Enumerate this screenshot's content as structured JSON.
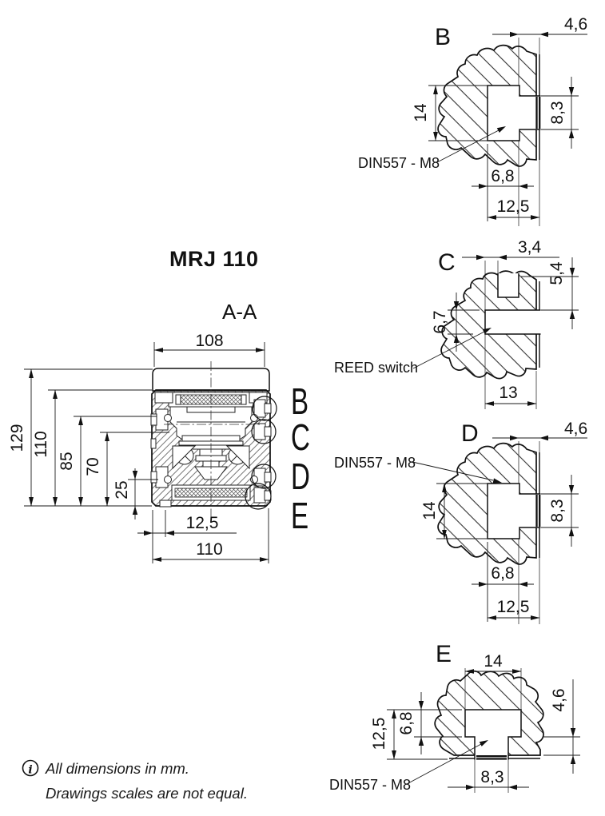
{
  "title": "MRJ 110",
  "section_label": "A-A",
  "main_view": {
    "dims": {
      "width_top": "108",
      "height_overall": "129",
      "height_profile": "110",
      "height_mid": "85",
      "height_lower": "70",
      "height_bottom": "25",
      "bottom_offset": "12,5",
      "width_bottom": "110"
    },
    "callouts": {
      "b": "B",
      "c": "C",
      "d": "D",
      "e": "E"
    }
  },
  "details": {
    "b": {
      "label": "B",
      "dim_top": "4,6",
      "dim_left": "14",
      "dim_right": "8,3",
      "dim_inner_width": "6,8",
      "dim_outer_width": "12,5",
      "annotation": "DIN557 - M8"
    },
    "c": {
      "label": "C",
      "dim_top": "3,4",
      "dim_upper_right": "5,4",
      "dim_left": "6,7",
      "dim_bottom": "13",
      "annotation": "REED switch"
    },
    "d": {
      "label": "D",
      "dim_top": "4,6",
      "dim_left": "14",
      "dim_right": "8,3",
      "dim_inner_width": "6,8",
      "dim_outer_width": "12,5",
      "annotation": "DIN557 - M8"
    },
    "e": {
      "label": "E",
      "dim_top": "14",
      "dim_right": "4,6",
      "dim_left_outer": "12,5",
      "dim_left_inner": "6,8",
      "dim_bottom": "8,3",
      "annotation": "DIN557 - M8"
    }
  },
  "note": {
    "icon_glyph": "i",
    "line1": "All dimensions in mm.",
    "line2": "Drawings scales are not equal."
  }
}
